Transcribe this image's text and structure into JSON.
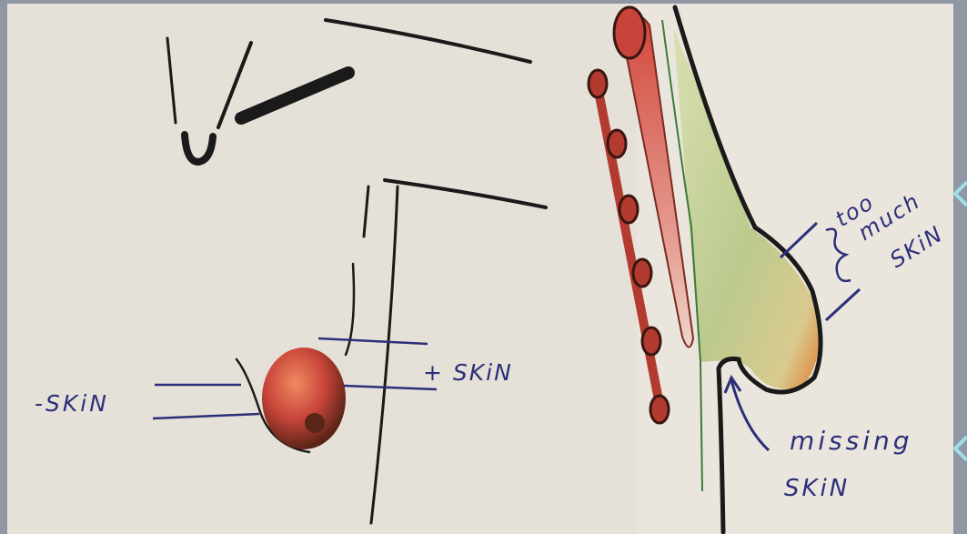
{
  "colors": {
    "paper": "#e6e1d8",
    "frame": "#8f96a4",
    "ink_black": "#1a1a1a",
    "ink_blue": "#2b2f7a",
    "muscle_red": "#c8443a",
    "rib_red": "#b33a2e",
    "green_fill": "#b9c98a",
    "orange": "#e07a2a",
    "nav_accent": "#9fe0e6"
  },
  "labels": {
    "minus_skin": "-SKiN",
    "plus_skin": "+ SKiN",
    "too": "too",
    "much": "much",
    "skin_right": "SKiN",
    "missing": "missing",
    "missing_skin": "SKiN"
  },
  "nav": {
    "next_icon": "chevron-right-icon",
    "prev_icon": "chevron-left-icon"
  }
}
